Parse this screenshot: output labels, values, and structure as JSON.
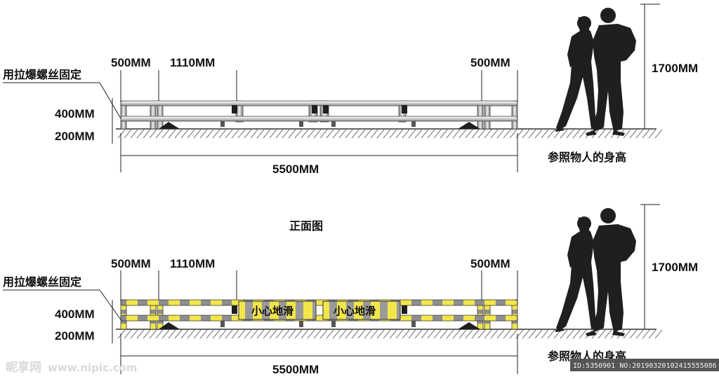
{
  "diagram": {
    "label_500_left": "500MM",
    "label_1110": "1110MM",
    "label_500_right": "500MM",
    "label_fix": "用拉爆螺丝固定",
    "label_400": "400MM",
    "label_200": "200MM",
    "label_5500": "5500MM",
    "label_1700": "1700MM",
    "label_ref": "参照物人的身高",
    "label_front": "正面图",
    "warning": "小心地滑",
    "colors": {
      "yellow": "#f2e64a",
      "gray": "#9a9a9a",
      "dark": "#1f1f1f",
      "bar_light": "#e6e6e6"
    }
  },
  "watermark": {
    "logo": "昵享网",
    "url": "www.nipic.com",
    "id_text": "ID:5350901 NO:20190320102415555086"
  }
}
